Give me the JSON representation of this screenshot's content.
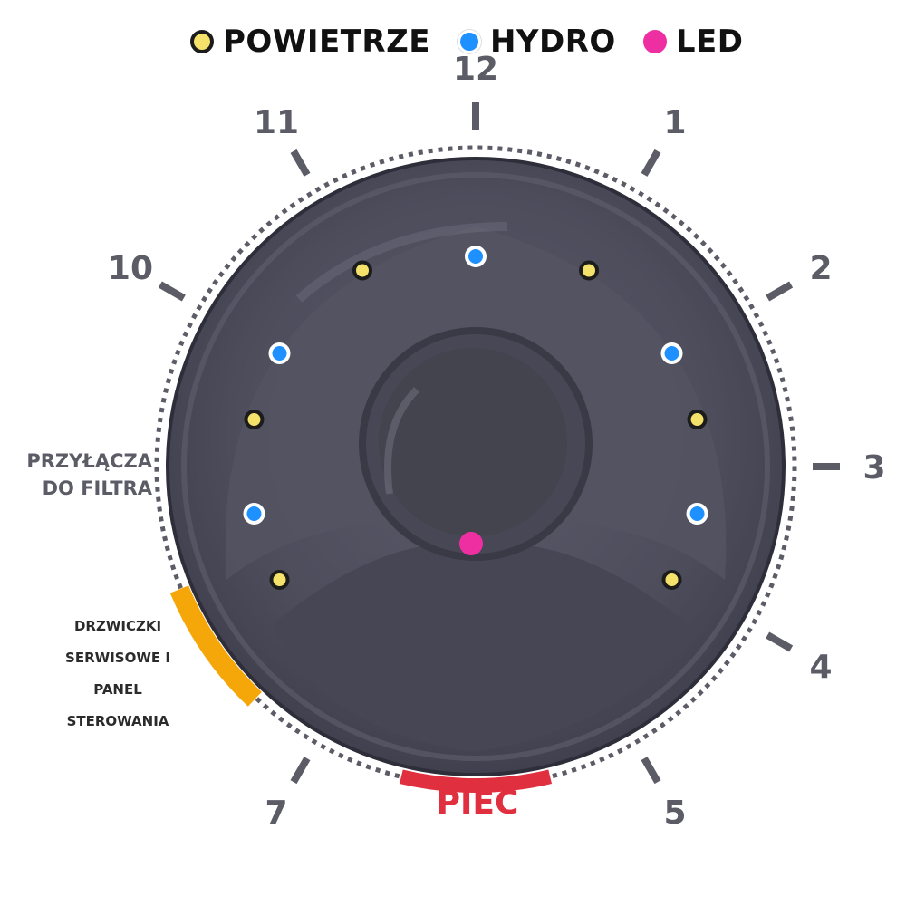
{
  "legend": [
    {
      "label": "POWIETRZE",
      "color": "#f4e26a",
      "border": "#1c1c1c",
      "icon": "yellow-dot-icon"
    },
    {
      "label": "HYDRO",
      "color": "#1e90ff",
      "border": "#ffffff",
      "icon": "blue-dot-icon"
    },
    {
      "label": "LED",
      "color": "#ee2fa2",
      "border": "#ee2fa2",
      "icon": "pink-dot-icon"
    }
  ],
  "clock_positions": [
    {
      "label": "12",
      "hour": 12
    },
    {
      "label": "1",
      "hour": 1
    },
    {
      "label": "2",
      "hour": 2
    },
    {
      "label": "3",
      "hour": 3
    },
    {
      "label": "4",
      "hour": 4
    },
    {
      "label": "5",
      "hour": 5
    },
    {
      "label": "7",
      "hour": 7
    },
    {
      "label": "10",
      "hour": 10
    },
    {
      "label": "11",
      "hour": 11
    }
  ],
  "labels": {
    "filter_connections": [
      "PRZYŁĄCZA",
      "DO FILTRA"
    ],
    "service_door": [
      "DRZWICZKI",
      "SERWISOWE I",
      "PANEL",
      "STEROWANIA"
    ],
    "stove": "PIEC"
  },
  "colors": {
    "tub": "#4d4d5c",
    "tub_dark": "#3e3e4c",
    "tub_light": "#6a6a79",
    "rim_dots": "#5b5c66",
    "tick": "#5b5c66",
    "service_door": "#f5a70a",
    "stove": "#e0303f",
    "air": "#f4e26a",
    "hydro": "#1e90ff",
    "led": "#ee2fa2"
  },
  "jets": [
    {
      "type": "hydro",
      "hour": 12
    },
    {
      "type": "air",
      "hour": 11
    },
    {
      "type": "air",
      "hour": 1
    },
    {
      "type": "hydro",
      "hour": 10
    },
    {
      "type": "hydro",
      "hour": 2
    },
    {
      "type": "air",
      "hour": 9.4
    },
    {
      "type": "air",
      "hour": 2.6
    },
    {
      "type": "hydro",
      "hour": 8.6
    },
    {
      "type": "hydro",
      "hour": 3.4
    },
    {
      "type": "air",
      "hour": 8
    },
    {
      "type": "air",
      "hour": 4
    },
    {
      "type": "led",
      "hour": 0
    }
  ]
}
